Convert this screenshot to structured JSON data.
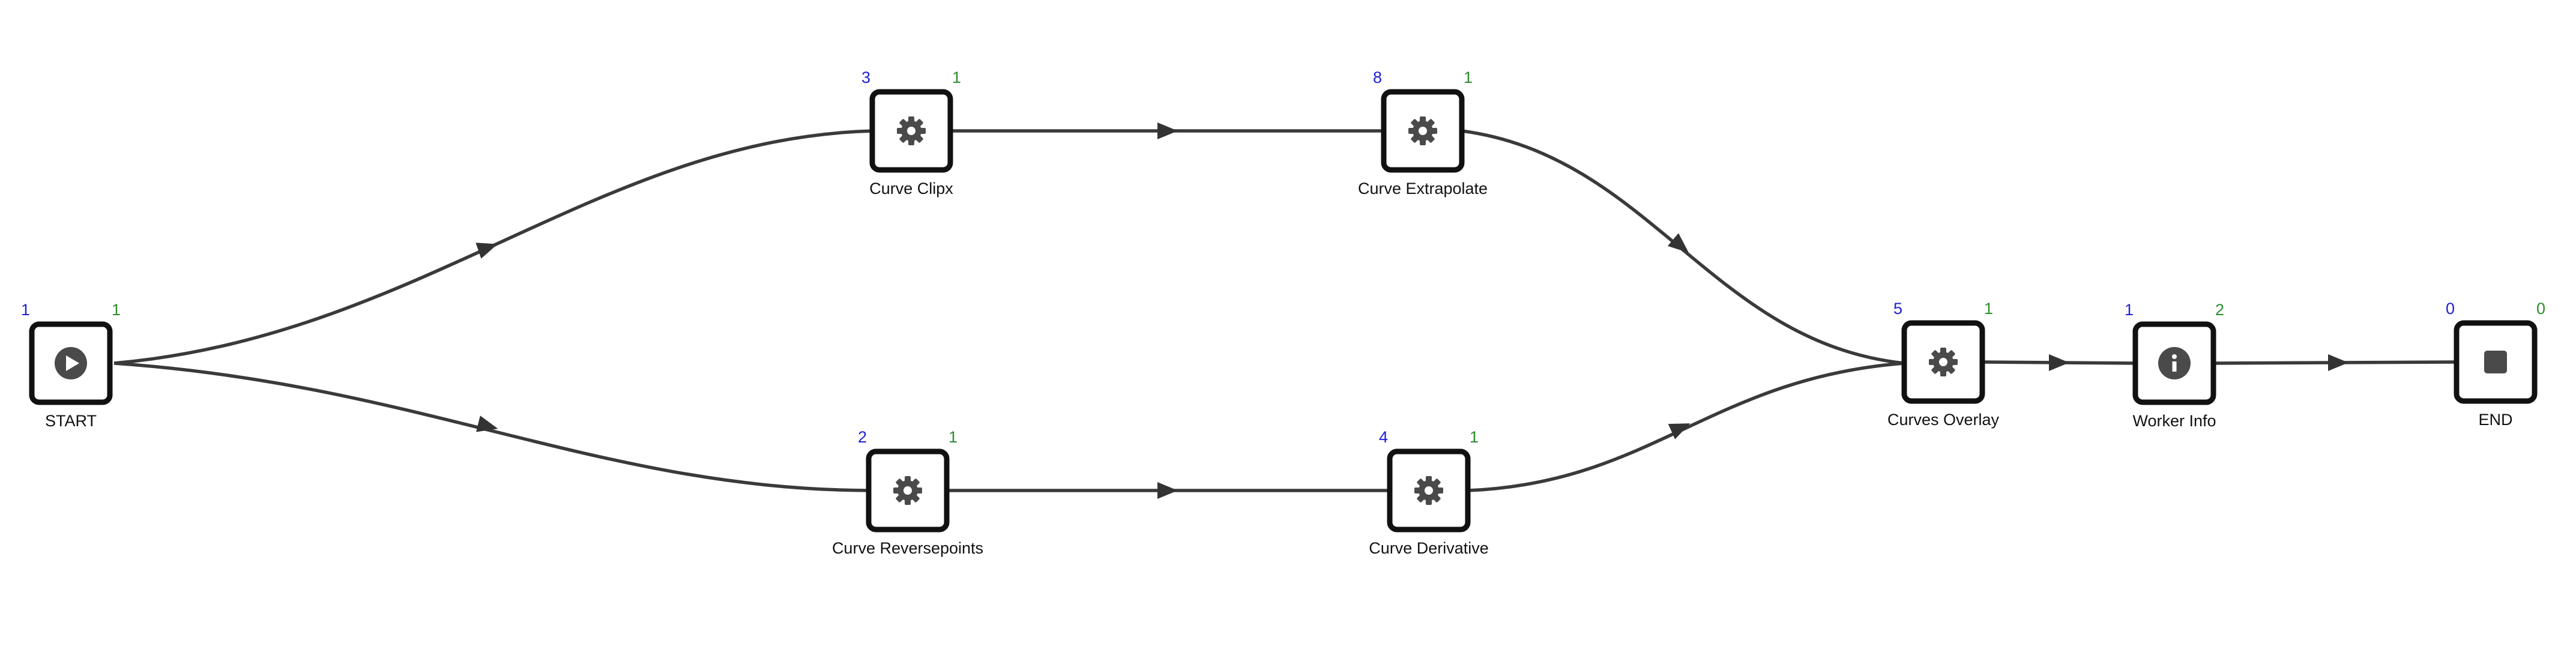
{
  "workflow": {
    "nodes": [
      {
        "id": "start",
        "label": "START",
        "icon": "play-icon",
        "in_count": "1",
        "out_count": "1"
      },
      {
        "id": "clipx",
        "label": "Curve Clipx",
        "icon": "gear-icon",
        "in_count": "3",
        "out_count": "1"
      },
      {
        "id": "extrapolate",
        "label": "Curve Extrapolate",
        "icon": "gear-icon",
        "in_count": "8",
        "out_count": "1"
      },
      {
        "id": "reversepoints",
        "label": "Curve Reversepoints",
        "icon": "gear-icon",
        "in_count": "2",
        "out_count": "1"
      },
      {
        "id": "derivative",
        "label": "Curve Derivative",
        "icon": "gear-icon",
        "in_count": "4",
        "out_count": "1"
      },
      {
        "id": "overlay",
        "label": "Curves Overlay",
        "icon": "gear-icon",
        "in_count": "5",
        "out_count": "1"
      },
      {
        "id": "worker",
        "label": "Worker Info",
        "icon": "info-icon",
        "in_count": "1",
        "out_count": "2"
      },
      {
        "id": "end",
        "label": "END",
        "icon": "stop-icon",
        "in_count": "0",
        "out_count": "0"
      }
    ],
    "edges": [
      {
        "from": "start",
        "to": "clipx"
      },
      {
        "from": "start",
        "to": "reversepoints"
      },
      {
        "from": "clipx",
        "to": "extrapolate"
      },
      {
        "from": "reversepoints",
        "to": "derivative"
      },
      {
        "from": "extrapolate",
        "to": "overlay"
      },
      {
        "from": "derivative",
        "to": "overlay"
      },
      {
        "from": "overlay",
        "to": "worker"
      },
      {
        "from": "worker",
        "to": "end"
      }
    ]
  }
}
